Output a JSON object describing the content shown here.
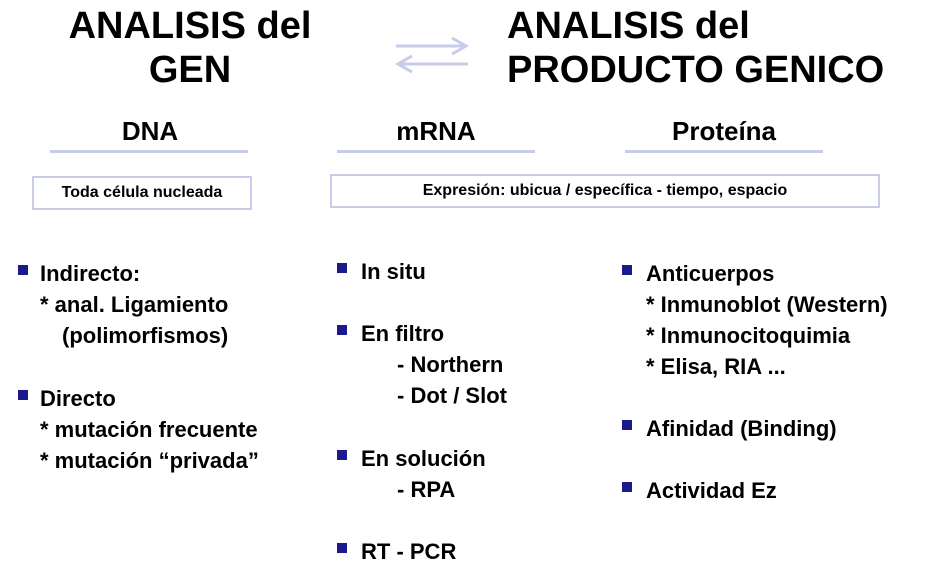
{
  "left_title": {
    "line1": "ANALISIS del",
    "line2": "GEN"
  },
  "right_title": {
    "line1": "ANALISIS del",
    "line2": "PRODUCTO GENICO"
  },
  "arrows_icon": "exchange-arrows-icon",
  "colors": {
    "underline": "#c8cbea",
    "bullet": "#1a1a8c",
    "arrow": "#c8cbea"
  },
  "columns": {
    "dna": {
      "header": "DNA",
      "box": "Toda célula nucleada",
      "items": [
        {
          "label": "Indirecto:",
          "subs": [
            "* anal. Ligamiento",
            "   (polimorfismos)"
          ]
        },
        {
          "label": "Directo",
          "subs": [
            "* mutación frecuente",
            "* mutación “privada”"
          ]
        }
      ]
    },
    "mrna": {
      "header": "mRNA",
      "items": [
        {
          "label": "In situ",
          "subs": []
        },
        {
          "label": "En filtro",
          "subs": [
            "- Northern",
            "- Dot / Slot"
          ]
        },
        {
          "label": "En solución",
          "subs": [
            "- RPA"
          ]
        },
        {
          "label": "RT - PCR",
          "subs": []
        }
      ]
    },
    "protein": {
      "header": "Proteína",
      "items": [
        {
          "label": "Anticuerpos",
          "subs": [
            "* Inmunoblot (Western)",
            "* Inmunocitoquimia",
            "* Elisa, RIA ..."
          ]
        },
        {
          "label": "Afinidad (Binding)",
          "subs": []
        },
        {
          "label": "Actividad Ez",
          "subs": []
        }
      ]
    },
    "shared_box": "Expresión: ubicua / específica - tiempo, espacio"
  }
}
